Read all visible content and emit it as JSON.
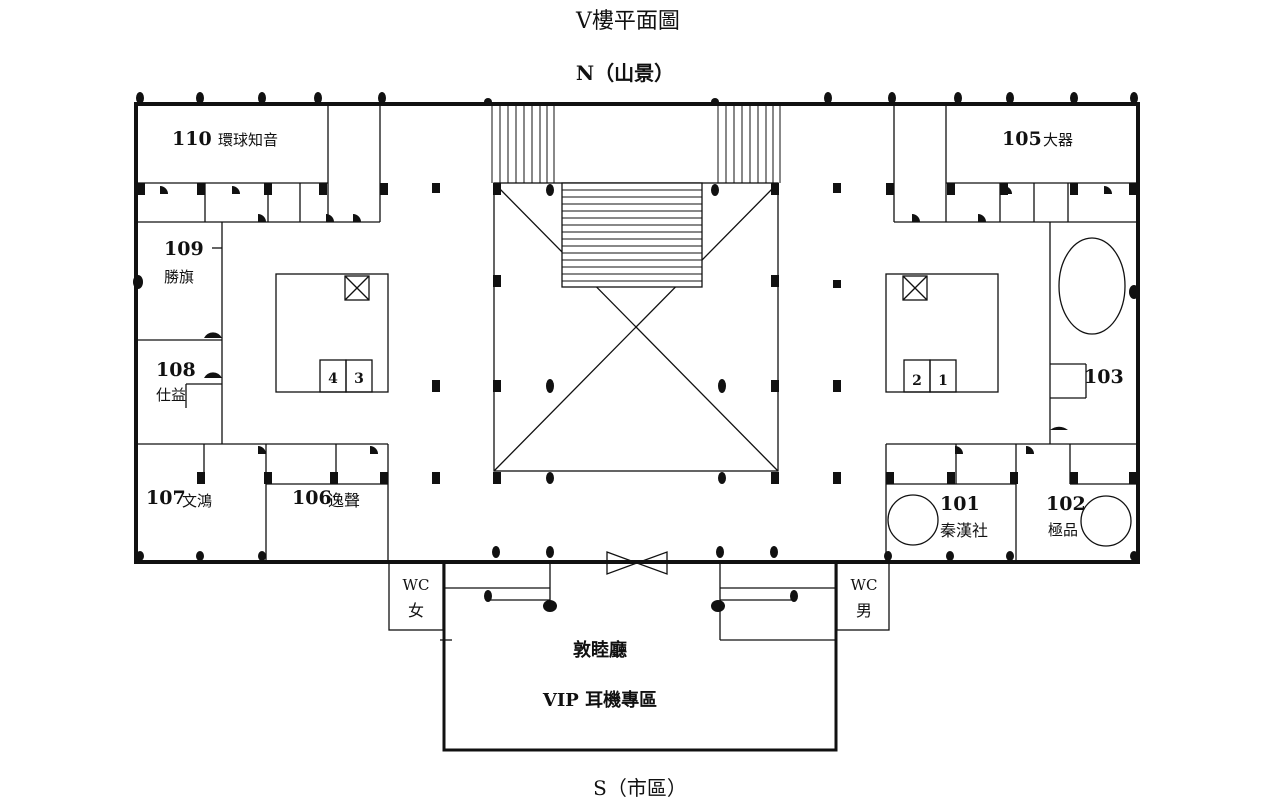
{
  "title": "V樓平面圖",
  "north": "N（山景）",
  "south": "S（市區）",
  "rooms": {
    "r110": {
      "number": "110",
      "name": "環球知音"
    },
    "r105": {
      "number": "105",
      "name": "大器"
    },
    "r109": {
      "number": "109",
      "name": "勝旗"
    },
    "r108": {
      "number": "108",
      "name": "仕益"
    },
    "r103": {
      "number": "103"
    },
    "r107": {
      "number": "107",
      "name": "文鴻"
    },
    "r106": {
      "number": "106",
      "name": "逸聲"
    },
    "r101": {
      "number": "101",
      "name": "秦漢社"
    },
    "r102": {
      "number": "102",
      "name": "極品"
    }
  },
  "elevators": {
    "west": [
      "4",
      "3"
    ],
    "east": [
      "2",
      "1"
    ]
  },
  "wc_women": {
    "label": "WC",
    "sub": "女",
    "color": "#cc0000"
  },
  "wc_men": {
    "label": "WC",
    "sub": "男",
    "color": "#0000cc"
  },
  "lobby": {
    "name": "敦睦廳",
    "zone": "VIP 耳機專區"
  }
}
